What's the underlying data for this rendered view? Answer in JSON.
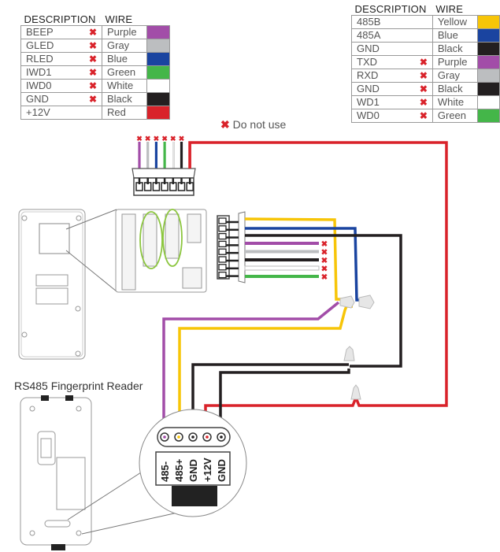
{
  "left_table": {
    "headers": [
      "DESCRIPTION",
      "WIRE"
    ],
    "rows": [
      {
        "desc": "BEEP",
        "unused": true,
        "wire": "Purple",
        "color": "#a24da8"
      },
      {
        "desc": "GLED",
        "unused": true,
        "wire": "Gray",
        "color": "#bcbec0"
      },
      {
        "desc": "RLED",
        "unused": true,
        "wire": "Blue",
        "color": "#1a44a0"
      },
      {
        "desc": "IWD1",
        "unused": true,
        "wire": "Green",
        "color": "#44b649"
      },
      {
        "desc": "IWD0",
        "unused": true,
        "wire": "White",
        "color": "#ffffff"
      },
      {
        "desc": "GND",
        "unused": true,
        "wire": "Black",
        "color": "#231f20"
      },
      {
        "desc": "+12V",
        "unused": false,
        "wire": "Red",
        "color": "#d9222a"
      }
    ]
  },
  "right_table": {
    "headers": [
      "DESCRIPTION",
      "WIRE"
    ],
    "rows": [
      {
        "desc": "485B",
        "unused": false,
        "wire": "Yellow",
        "color": "#f7c508"
      },
      {
        "desc": "485A",
        "unused": false,
        "wire": "Blue",
        "color": "#1a44a0"
      },
      {
        "desc": "GND",
        "unused": false,
        "wire": "Black",
        "color": "#231f20"
      },
      {
        "desc": "TXD",
        "unused": true,
        "wire": "Purple",
        "color": "#a24da8"
      },
      {
        "desc": "RXD",
        "unused": true,
        "wire": "Gray",
        "color": "#bcbec0"
      },
      {
        "desc": "GND",
        "unused": true,
        "wire": "Black",
        "color": "#231f20"
      },
      {
        "desc": "WD1",
        "unused": true,
        "wire": "White",
        "color": "#ffffff"
      },
      {
        "desc": "WD0",
        "unused": true,
        "wire": "Green",
        "color": "#44b649"
      }
    ]
  },
  "unused_mark": "✖",
  "legend": {
    "icon": "✖",
    "text": "Do not use"
  },
  "reader_title": "RS485 Fingerprint Reader",
  "terminal_pins": [
    "485-",
    "485+",
    "GND",
    "+12V",
    "GND"
  ],
  "colors": {
    "wire_red": "#d9222a",
    "wire_black": "#231f20",
    "wire_yellow": "#f7c508",
    "wire_blue": "#1a44a0",
    "wire_purple": "#a24da8",
    "highlight_green": "#8cc63f",
    "mark_red": "#d9222a"
  }
}
